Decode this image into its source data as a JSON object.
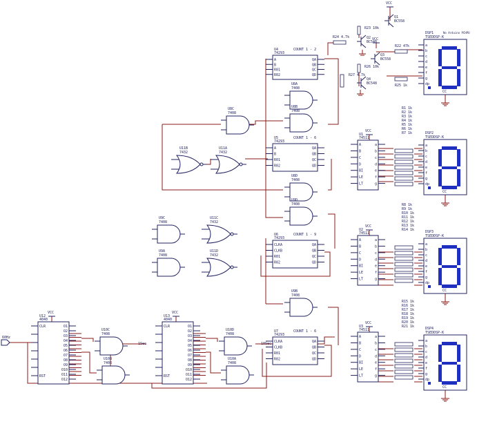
{
  "colors": {
    "wire": "#8b1a1a",
    "component": "#202060",
    "segment": "#1f2fbf",
    "background": "#ffffff"
  },
  "input_label": "60Hz",
  "nets": {
    "one_sec": "1Sec",
    "ten_sec": "10Sec",
    "vcc": "VCC"
  },
  "counters": [
    {
      "ref": "U12",
      "type": "4040",
      "pins_in": [
        "CLR",
        "RST"
      ],
      "outputs": [
        "O1",
        "O2",
        "O3",
        "O4",
        "O5",
        "O6",
        "O7",
        "O8",
        "O9",
        "O10",
        "O11",
        "O12"
      ]
    },
    {
      "ref": "U13",
      "type": "4040",
      "pins_in": [
        "CLR",
        "RST"
      ],
      "outputs": [
        "O1",
        "O2",
        "O3",
        "O4",
        "O5",
        "O6",
        "O7",
        "O8",
        "O9",
        "O10",
        "O11",
        "O12"
      ]
    }
  ],
  "decade": [
    {
      "ref": "U4",
      "type": "74293",
      "mode": "COUNT 1 - 2",
      "pins": [
        "A",
        "B",
        "R01",
        "R02"
      ],
      "outputs": [
        "QA",
        "QB",
        "QC",
        "QD"
      ]
    },
    {
      "ref": "U5",
      "type": "74293",
      "mode": "COUNT 1 - 6",
      "pins": [
        "A",
        "B",
        "R01",
        "R02"
      ],
      "outputs": [
        "QA",
        "QB",
        "QC",
        "QD"
      ]
    },
    {
      "ref": "U6",
      "type": "74293",
      "mode": "COUNT 1 - 9",
      "pins": [
        "CLKA",
        "CLKB",
        "R01",
        "R02"
      ],
      "outputs": [
        "QA",
        "QB",
        "QC",
        "QD"
      ]
    },
    {
      "ref": "U7",
      "type": "74293",
      "mode": "COUNT 1 - 6",
      "pins": [
        "CLKA",
        "CLKB",
        "R01",
        "R02"
      ],
      "outputs": [
        "QA",
        "QB",
        "QC",
        "QD"
      ]
    }
  ],
  "decoders": [
    {
      "ref": "U1",
      "type": "74511",
      "ins": [
        "A",
        "B",
        "C",
        "D",
        "BI",
        "LE",
        "LT"
      ],
      "outs": [
        "a",
        "b",
        "c",
        "d",
        "e",
        "f",
        "g"
      ]
    },
    {
      "ref": "U2",
      "type": "74511",
      "ins": [
        "A",
        "B",
        "C",
        "D",
        "BI",
        "LE",
        "LT"
      ],
      "outs": [
        "a",
        "b",
        "c",
        "d",
        "e",
        "f",
        "g"
      ]
    },
    {
      "ref": "U3",
      "type": "74511",
      "ins": [
        "A",
        "B",
        "C",
        "D",
        "BI",
        "LE",
        "LT"
      ],
      "outs": [
        "a",
        "b",
        "c",
        "d",
        "e",
        "f",
        "g"
      ]
    }
  ],
  "displays": [
    {
      "ref": "DSP1",
      "part": "TSEDDSP-K",
      "note": "No Arduino PCHPU",
      "pins": [
        "a",
        "b",
        "c",
        "d",
        "e",
        "f",
        "g",
        "dp"
      ]
    },
    {
      "ref": "DSP2",
      "part": "TSEDDSP-K",
      "pins": [
        "a",
        "b",
        "c",
        "d",
        "e",
        "f",
        "g",
        "dp"
      ]
    },
    {
      "ref": "DSP3",
      "part": "TSEDDSP-K",
      "pins": [
        "a",
        "b",
        "c",
        "d",
        "e",
        "f",
        "g",
        "dp"
      ]
    },
    {
      "ref": "DSP4",
      "part": "TSEDDSP-K",
      "pins": [
        "a",
        "b",
        "c",
        "d",
        "e",
        "f",
        "g",
        "dp"
      ]
    }
  ],
  "resistors": [
    [
      "R1 1k",
      "R2 1k",
      "R3 1k",
      "R4 1k",
      "R5 1k",
      "R6 1k",
      "R7 1k"
    ],
    [
      "R8 1k",
      "R9 1k",
      "R10 1k",
      "R11 1k",
      "R12 1k",
      "R13 1k",
      "R14 1k"
    ],
    [
      "R15 1k",
      "R16 1k",
      "R17 1k",
      "R18 1k",
      "R19 1k",
      "R20 1k",
      "R21 1k"
    ]
  ],
  "transistors": [
    {
      "ref": "Q1",
      "part": "BC558"
    },
    {
      "ref": "Q2",
      "part": "BC548"
    },
    {
      "ref": "Q3",
      "part": "BC558"
    },
    {
      "ref": "Q4",
      "part": "BC548"
    }
  ],
  "tr_resistors": [
    {
      "ref": "R23",
      "value": "10k"
    },
    {
      "ref": "R24",
      "value": "4.7k"
    },
    {
      "ref": "R26",
      "value": "10k"
    },
    {
      "ref": "R27",
      "value": "4.7k"
    },
    {
      "ref": "R22",
      "value": "47k"
    },
    {
      "ref": "R25",
      "value": "1k"
    }
  ],
  "gates": [
    {
      "ref": "U8A",
      "part": "7408"
    },
    {
      "ref": "U8B",
      "part": "7408"
    },
    {
      "ref": "U8C",
      "part": "7408"
    },
    {
      "ref": "U8D",
      "part": "7408"
    },
    {
      "ref": "U9A",
      "part": "7408"
    },
    {
      "ref": "U9B",
      "part": "7408"
    },
    {
      "ref": "U9C",
      "part": "7408"
    },
    {
      "ref": "U9D",
      "part": "7408"
    },
    {
      "ref": "U10A",
      "part": "7408"
    },
    {
      "ref": "U10B",
      "part": "7408"
    },
    {
      "ref": "U10C",
      "part": "7408"
    },
    {
      "ref": "U11A",
      "part": "7432"
    },
    {
      "ref": "U11B",
      "part": "7432"
    },
    {
      "ref": "U11C",
      "part": "7432"
    },
    {
      "ref": "U11D",
      "part": "7432"
    }
  ]
}
